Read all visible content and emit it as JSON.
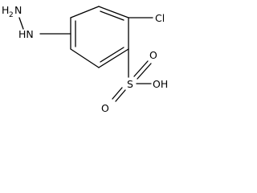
{
  "molecule": {
    "atoms": {
      "nh_top": "H",
      "nh_top_n": "N",
      "nh_top_sub": "2",
      "nh_bottom": "HN",
      "chlorine": "Cl",
      "sulfur": "S",
      "oxygen_top": "O",
      "oxygen_bottom": "O",
      "hydroxyl": "OH"
    }
  },
  "colors": {
    "bond": "#000000",
    "label": "#000000",
    "background": "#ffffff"
  }
}
